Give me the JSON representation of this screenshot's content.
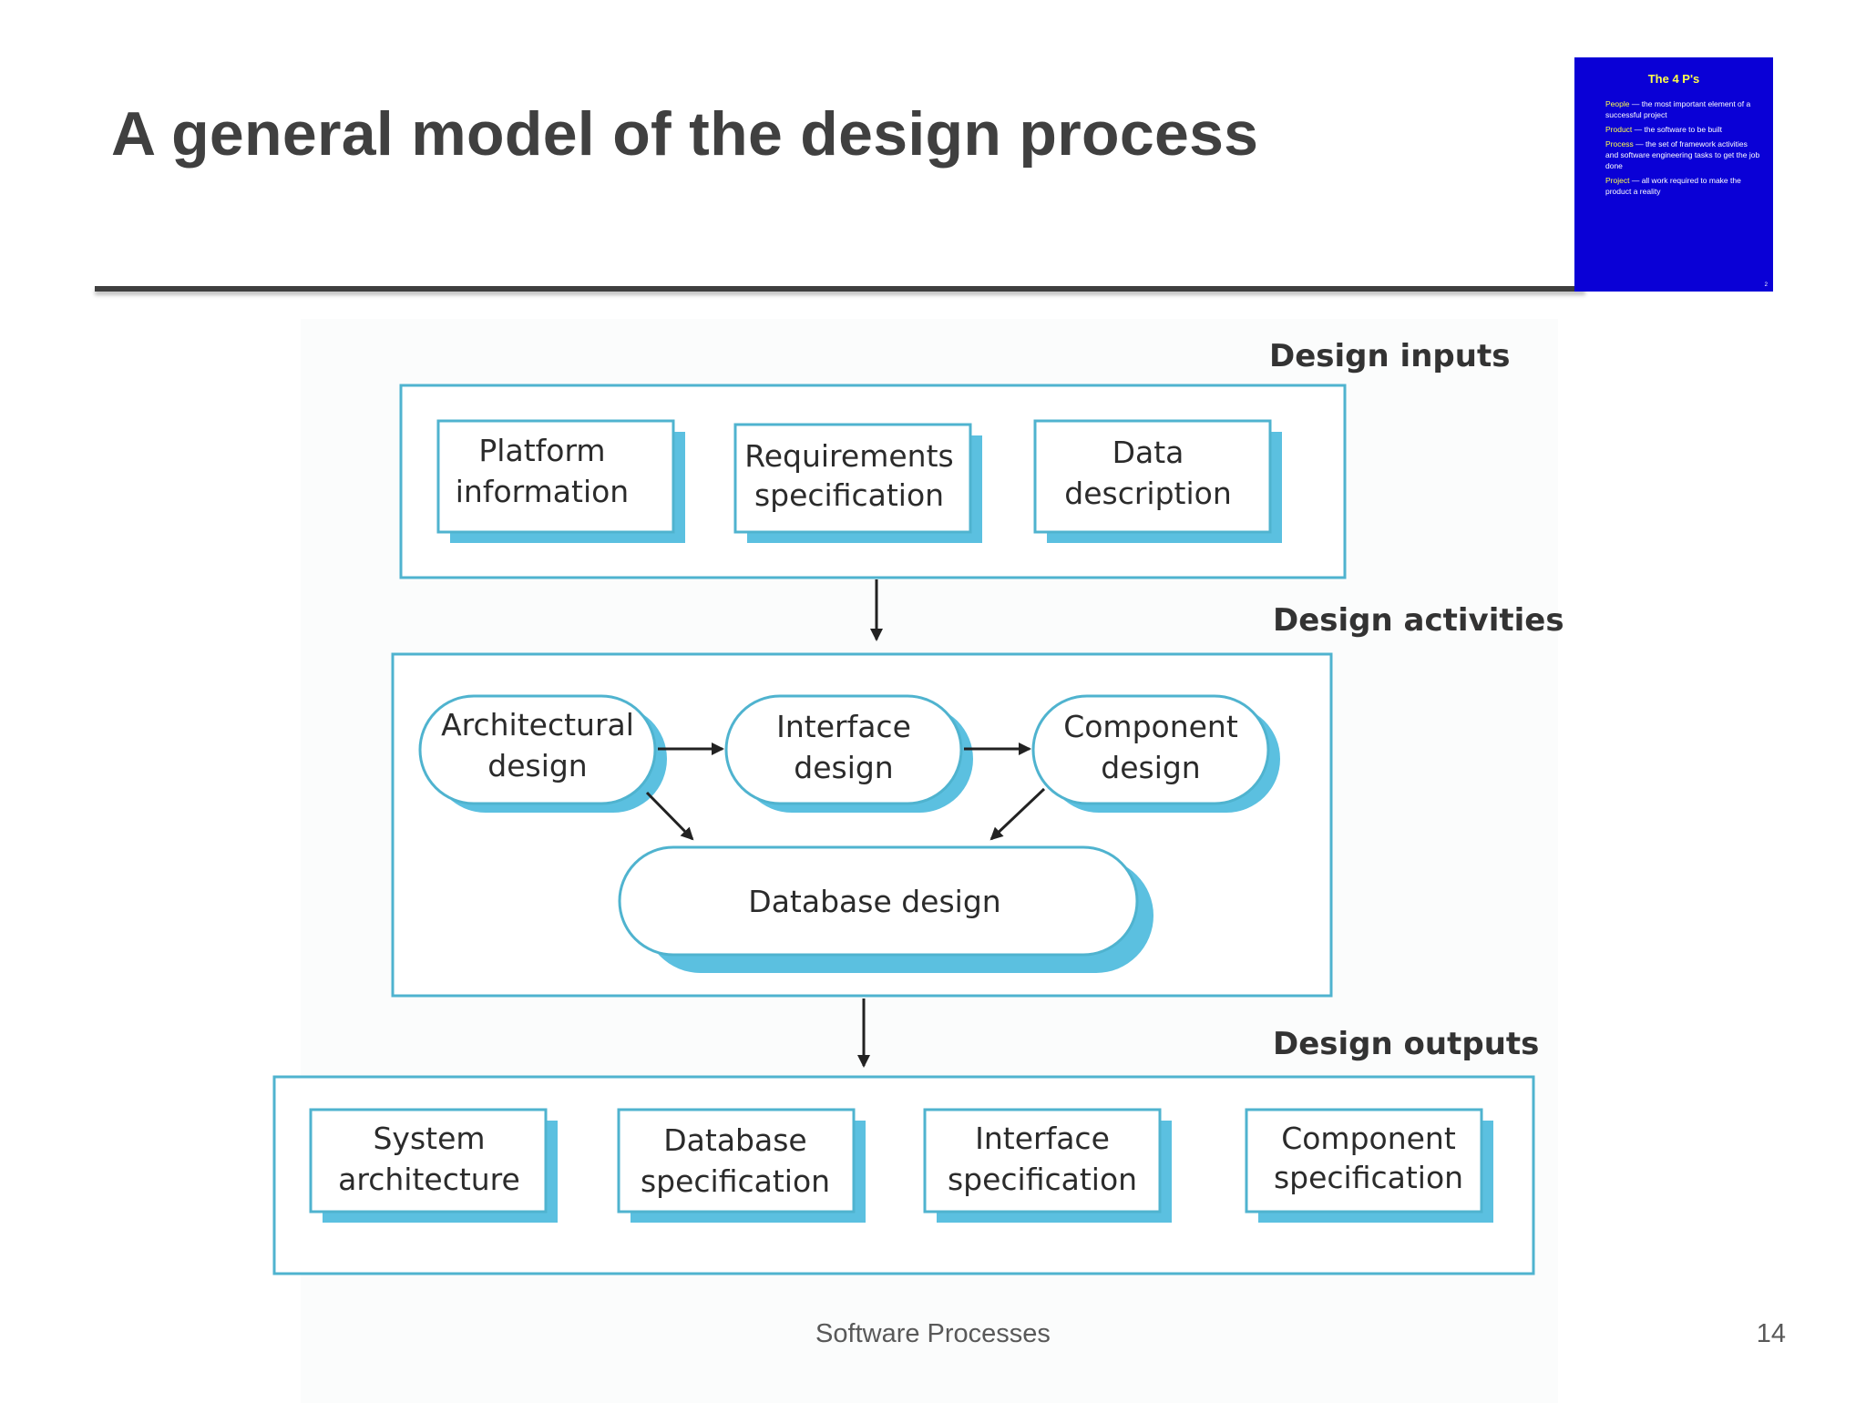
{
  "slide": {
    "title": "A general model of the design process",
    "footer": "Software Processes",
    "page_number": "14"
  },
  "thumbnail": {
    "title": "The 4 P's",
    "items": [
      {
        "keyword": "People",
        "text": " — the most important element of a successful project"
      },
      {
        "keyword": "Product",
        "text": " — the software to be built"
      },
      {
        "keyword": "Process",
        "text": " — the set of framework activities and software engineering tasks to get the job done"
      },
      {
        "keyword": "Project",
        "text": " — all work required to make the product a reality"
      }
    ],
    "number": "2"
  },
  "diagram": {
    "inputs": {
      "label": "Design inputs",
      "boxes": [
        {
          "line1": "Platform",
          "line2": "information"
        },
        {
          "line1": "Requirements",
          "line2": "specification"
        },
        {
          "line1": "Data",
          "line2": "description"
        }
      ]
    },
    "activities": {
      "label": "Design activities",
      "nodes": [
        {
          "line1": "Architectural",
          "line2": "design"
        },
        {
          "line1": "Interface",
          "line2": "design"
        },
        {
          "line1": "Component",
          "line2": "design"
        }
      ],
      "database": "Database design"
    },
    "outputs": {
      "label": "Design outputs",
      "boxes": [
        {
          "line1": "System",
          "line2": "architecture"
        },
        {
          "line1": "Database",
          "line2": "specification"
        },
        {
          "line1": "Interface",
          "line2": "specification"
        },
        {
          "line1": "Component",
          "line2": "specification"
        }
      ]
    }
  },
  "colors": {
    "box_stroke": "#4fb3cf",
    "box_shadow": "#5bc0e0",
    "thumbnail_bg": "#0a00d6",
    "title_text": "#404040"
  }
}
